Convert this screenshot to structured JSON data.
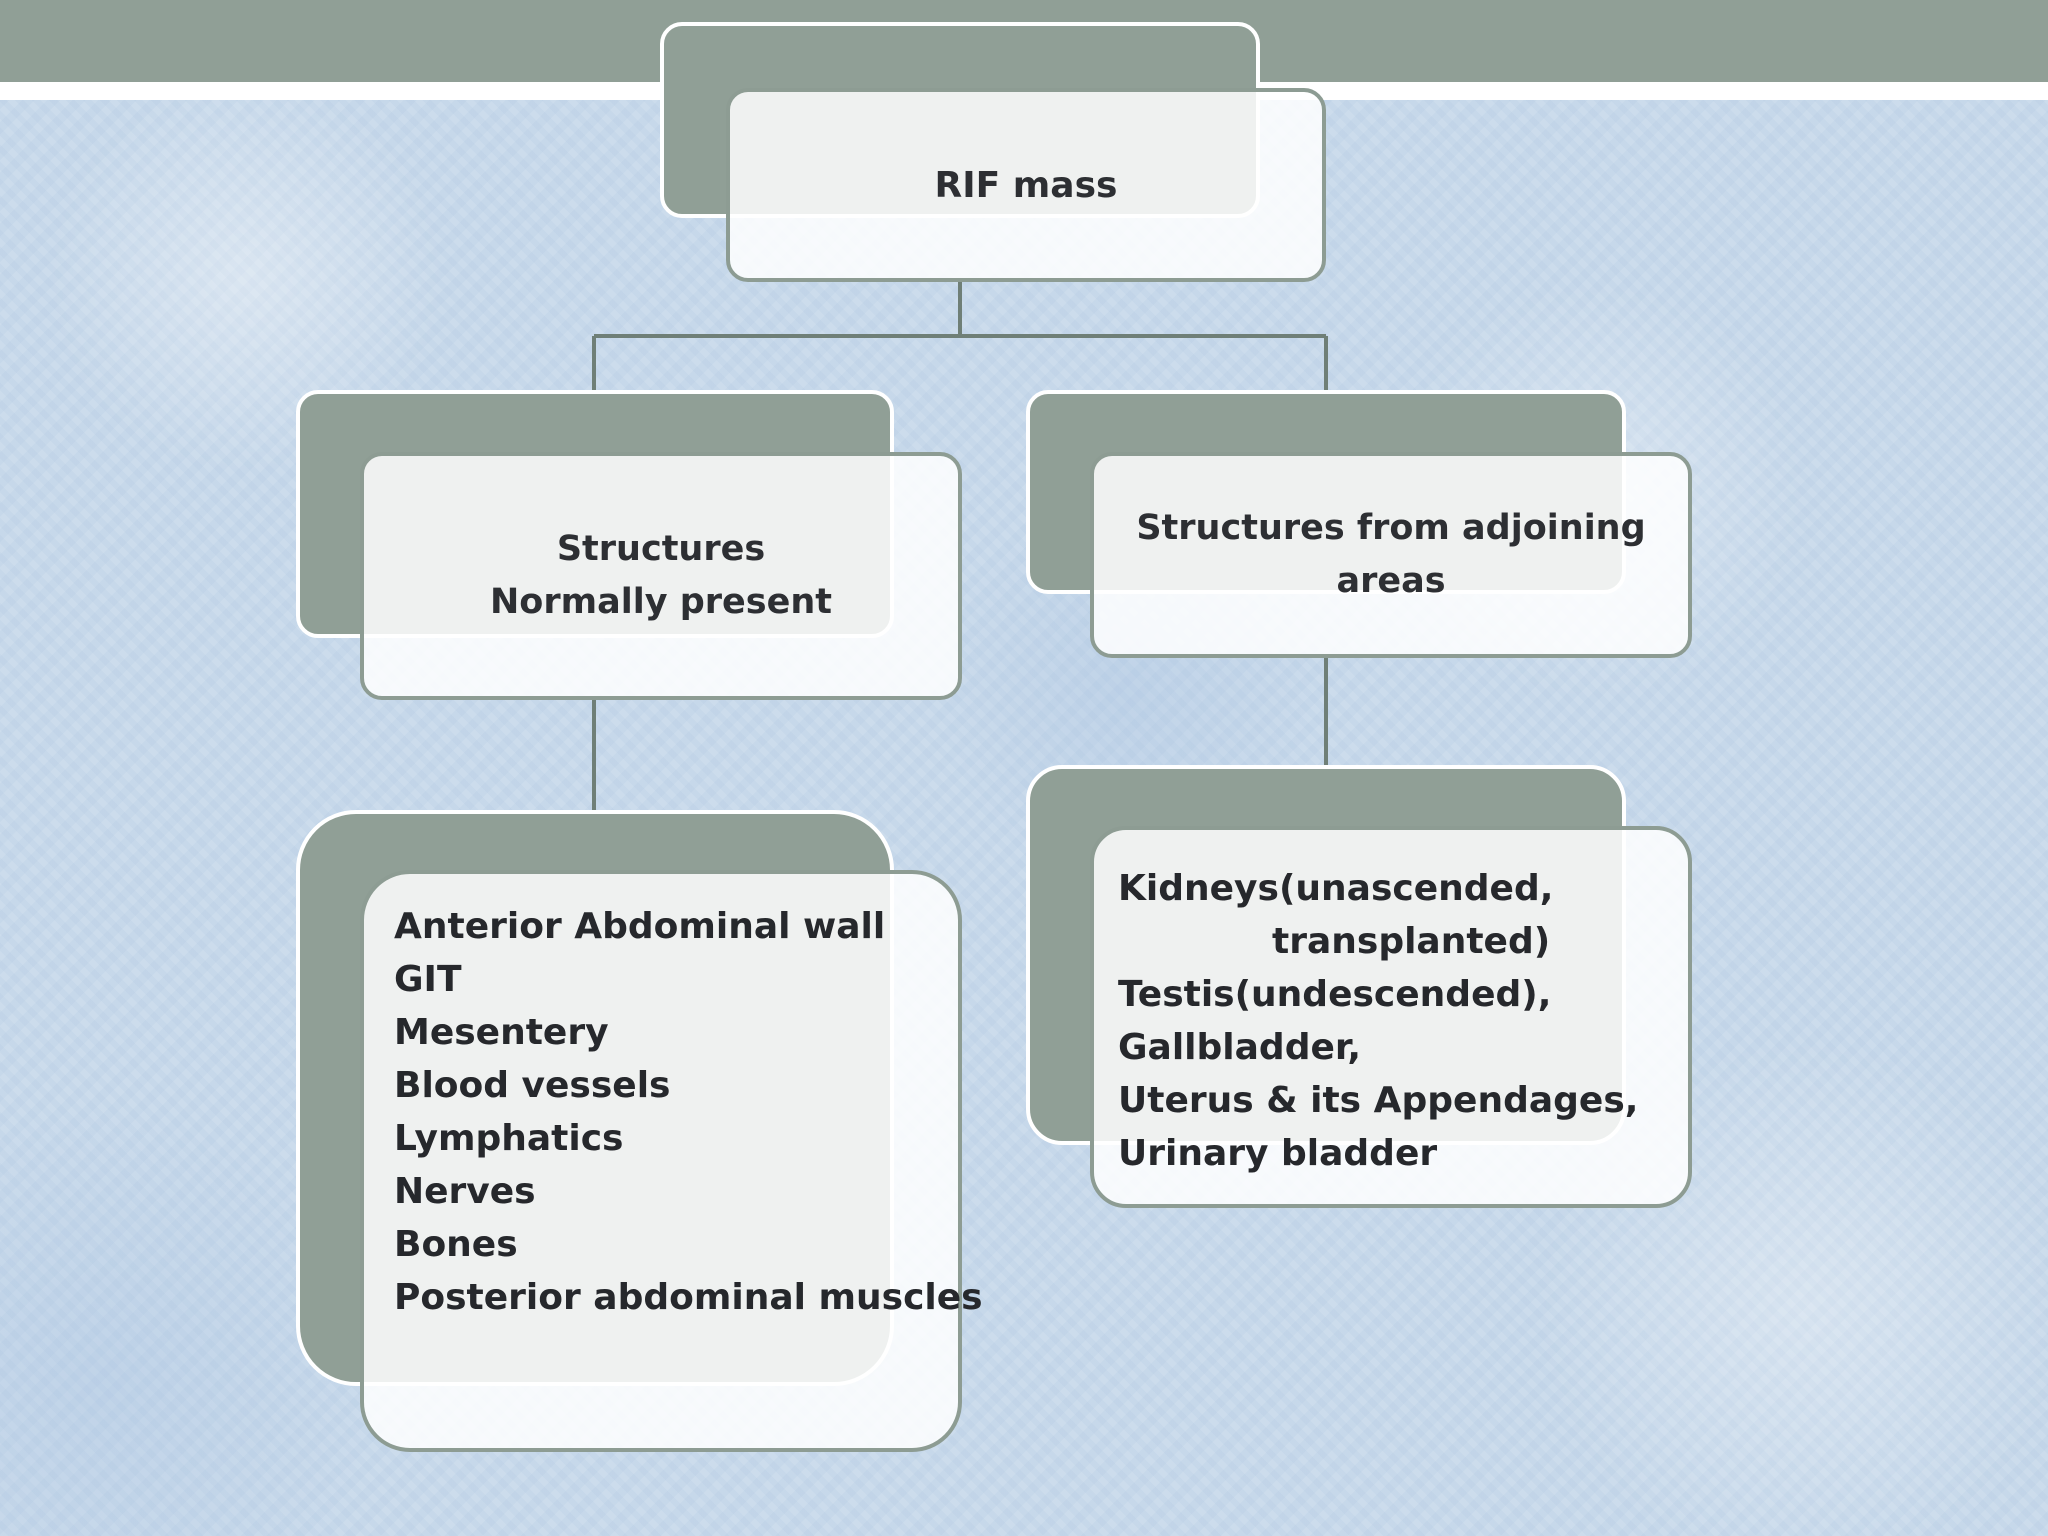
{
  "root": {
    "label": "RIF mass"
  },
  "left_branch": {
    "label_lines": [
      "Structures",
      "Normally present"
    ],
    "items": [
      "Anterior Abdominal wall",
      "GIT",
      "Mesentery",
      "Blood vessels",
      "Lymphatics",
      "Nerves",
      "Bones",
      "Posterior abdominal muscles"
    ]
  },
  "right_branch": {
    "label": "Structures from adjoining areas",
    "items": [
      "Kidneys(unascended,",
      "transplanted)",
      "Testis(undescended),",
      "Gallbladder,",
      "Uterus & its Appendages,",
      "Urinary bladder"
    ]
  },
  "colors": {
    "band": "#909f96",
    "box_fill": "#ffffff",
    "text": "#2d2f33",
    "background": "#c6d8ea"
  }
}
